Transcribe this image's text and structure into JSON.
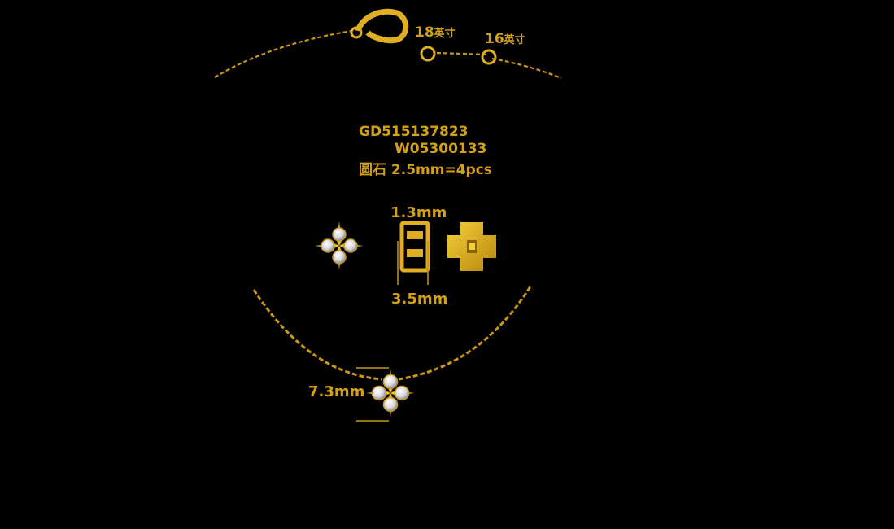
{
  "lengths": {
    "long_num": "18",
    "long_unit": "英寸",
    "short_num": "16",
    "short_unit": "英寸"
  },
  "product": {
    "code_primary": "GD515137823",
    "code_secondary": "W05300133",
    "stone_spec": "圆石 2.5mm=4pcs"
  },
  "dimensions": {
    "depth": "1.3mm",
    "height": "3.5mm",
    "width": "7.3mm"
  },
  "colors": {
    "gold": "#d4a017",
    "stone": "#e8e8f0",
    "background": "#000000"
  }
}
